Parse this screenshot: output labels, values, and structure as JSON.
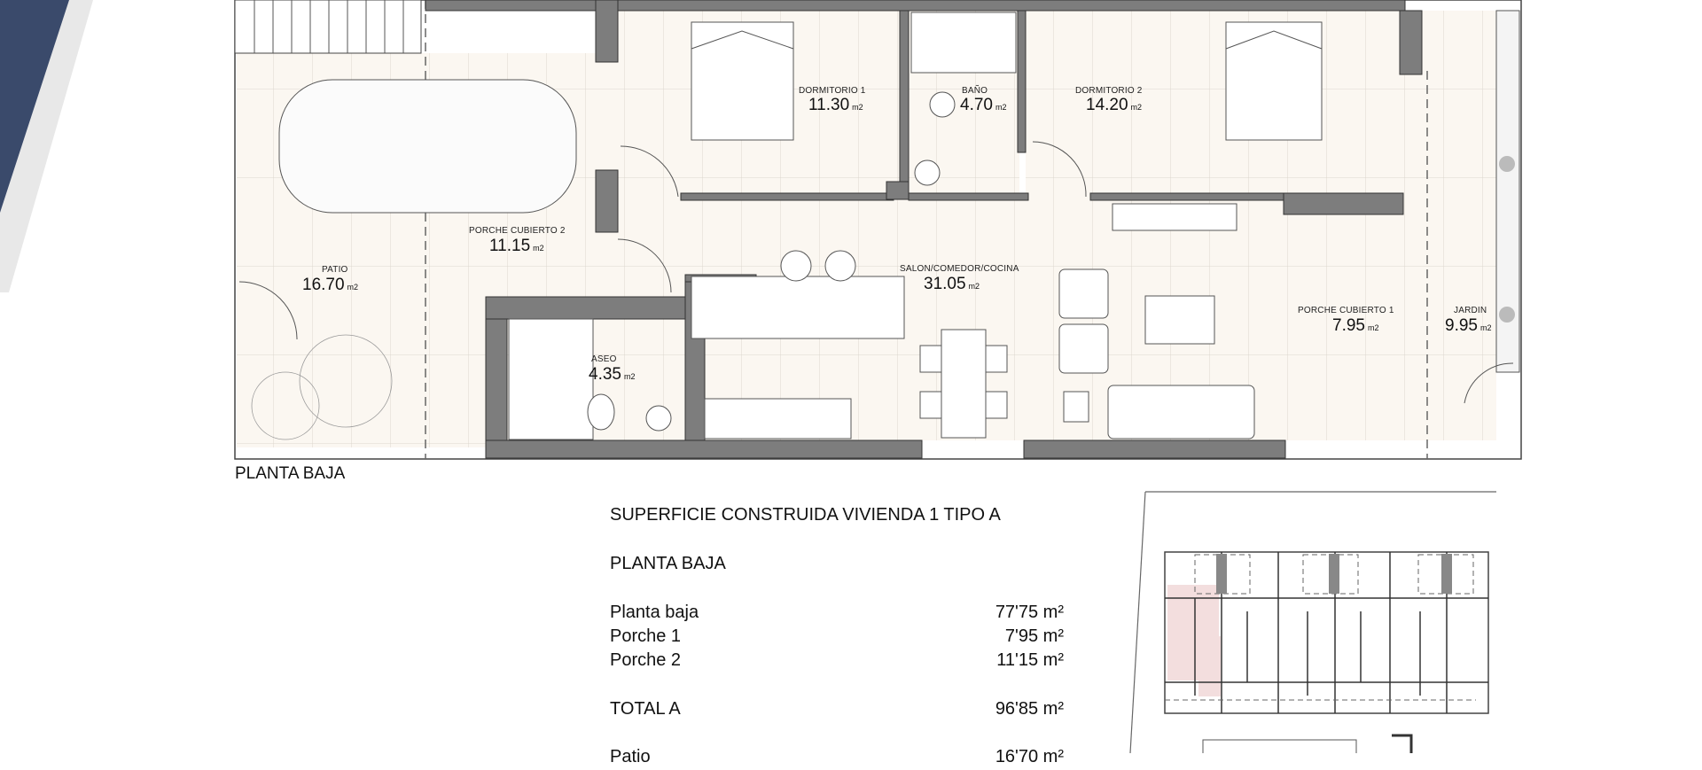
{
  "plan": {
    "label": "PLANTA BAJA",
    "unit": "m2",
    "rooms": [
      {
        "name": "DORMITORIO 1",
        "area": "11.30"
      },
      {
        "name": "BAÑO",
        "area": "4.70"
      },
      {
        "name": "DORMITORIO 2",
        "area": "14.20"
      },
      {
        "name": "PORCHE CUBIERTO 2",
        "area": "11.15"
      },
      {
        "name": "PATIO",
        "area": "16.70"
      },
      {
        "name": "SALON/COMEDOR/COCINA",
        "area": "31.05"
      },
      {
        "name": "ASEO",
        "area": "4.35"
      },
      {
        "name": "PORCHE CUBIERTO 1",
        "area": "7.95"
      },
      {
        "name": "JARDIN",
        "area": "9.95"
      }
    ]
  },
  "surface_table": {
    "title": "SUPERFICIE CONSTRUIDA VIVIENDA 1 TIPO A",
    "subtitle": "PLANTA BAJA",
    "rows": [
      {
        "label": "Planta baja",
        "value": "77'75 m²"
      },
      {
        "label": "Porche 1",
        "value": "7'95 m²"
      },
      {
        "label": "Porche 2",
        "value": "11'15 m²"
      }
    ],
    "total": {
      "label": "TOTAL A",
      "value": "96'85 m²"
    },
    "partial_row": {
      "label": "Patio",
      "value": "16'70 m²"
    }
  },
  "colors": {
    "banner": "#3a4a6b",
    "banner_shadow": "#e6e6e6",
    "floor_fill": "#fbf7f1",
    "wall": "#7a7a7a",
    "wall_outline": "#333333",
    "grid_line": "#d9d4cc",
    "highlight_unit": "#f3dede"
  }
}
